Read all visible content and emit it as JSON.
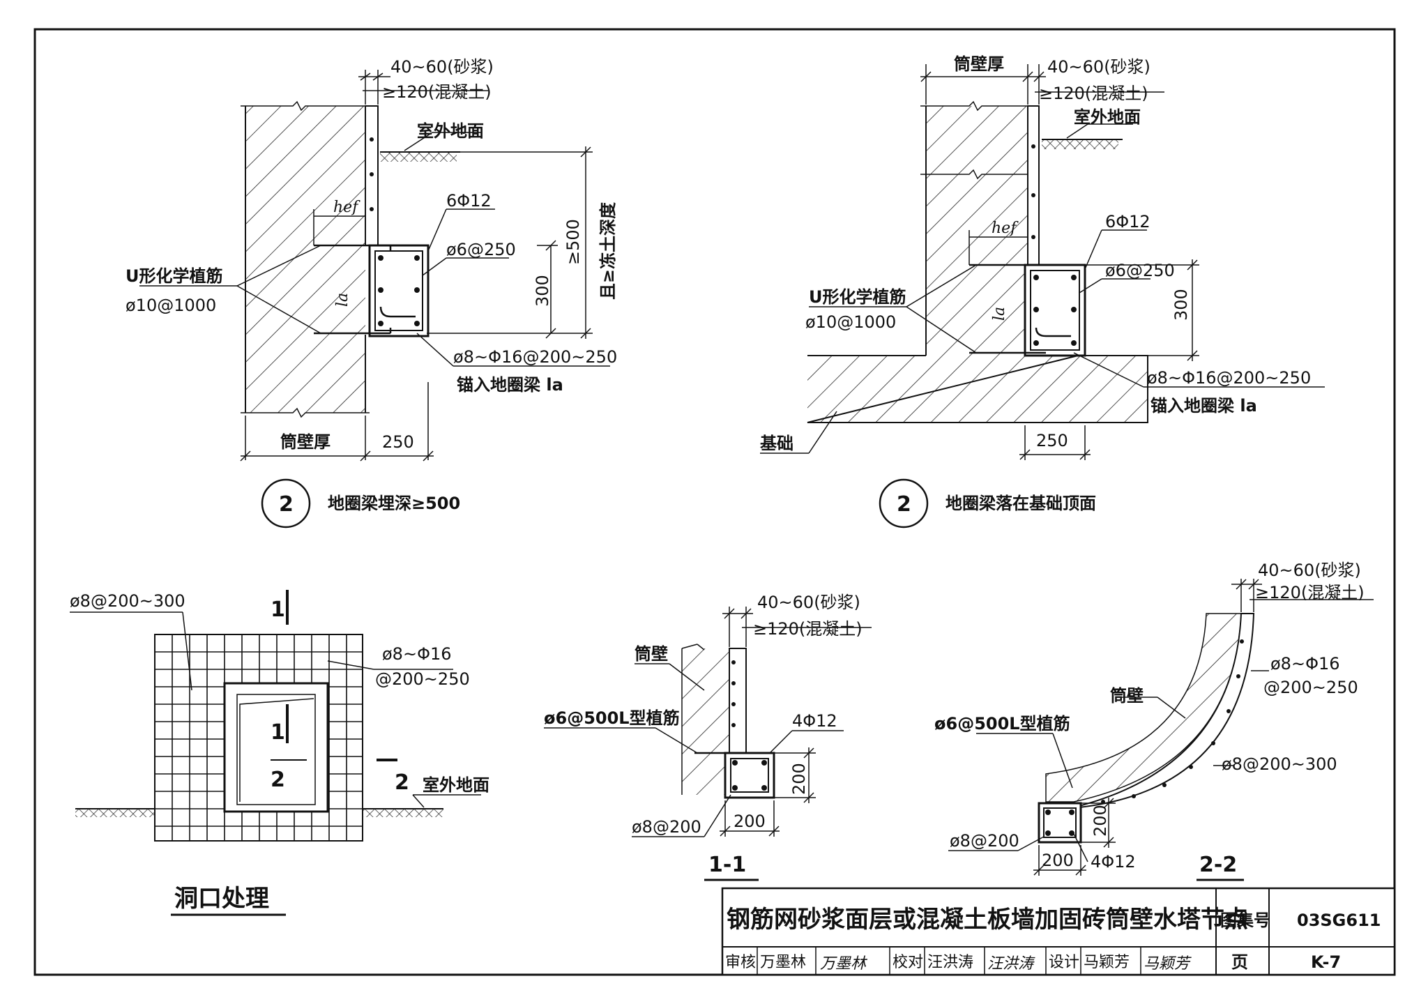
{
  "sheet": {
    "title": "钢筋网砂浆面层或混凝土板墙加固砖筒壁水塔节点",
    "atlas_label": "图集号",
    "atlas_no": "03SG611",
    "page_label": "页",
    "page_no": "K-7",
    "review_label": "审核",
    "reviewer": "万墨林",
    "reviewer_sign": "万墨林",
    "check_label": "校对",
    "checker": "汪洪涛",
    "checker_sign": "汪洪涛",
    "design_label": "设计",
    "designer": "马颖芳",
    "designer_sign": "马颖芳"
  },
  "detail_a": {
    "mark": "2",
    "caption": "地圈梁埋深≥500",
    "mortar": "40~60(砂浆)",
    "concrete": "≥120(混凝土)",
    "ground": "室外地面",
    "hef": "hef",
    "rebar_long": "6Φ12",
    "stirrup": "ø6@250",
    "anchor_title": "U形化学植筋",
    "anchor_spec": "ø10@1000",
    "la": "la",
    "mesh": "ø8~Φ16@200~250",
    "anchor_note": "锚入地圈梁 la",
    "dim_300": "300",
    "dim_500": "≥500",
    "frost": "且≥冻土深度",
    "wall_thk": "筒壁厚",
    "dim_250": "250"
  },
  "detail_b": {
    "mark": "2",
    "caption": "地圈梁落在基础顶面",
    "wall_thk": "筒壁厚",
    "mortar": "40~60(砂浆)",
    "concrete": "≥120(混凝土)",
    "ground": "室外地面",
    "hef": "hef",
    "rebar_long": "6Φ12",
    "stirrup": "ø6@250",
    "anchor_title": "U形化学植筋",
    "anchor_spec": "ø10@1000",
    "la": "la",
    "dim_300": "300",
    "mesh": "ø8~Φ16@200~250",
    "anchor_note": "锚入地圈梁 la",
    "foundation": "基础",
    "dim_250": "250"
  },
  "opening": {
    "caption": "洞口处理",
    "rebar_a": "ø8@200~300",
    "rebar_b1": "ø8~Φ16",
    "rebar_b2": "@200~250",
    "cut1": "1",
    "cut2": "2",
    "ground": "室外地面"
  },
  "section_11": {
    "caption": "1-1",
    "mortar": "40~60(砂浆)",
    "concrete": "≥120(混凝土)",
    "wall": "筒壁",
    "anchor": "ø6@500L型植筋",
    "rebar": "4Φ12",
    "stirrup": "ø8@200",
    "dim_v": "200",
    "dim_h": "200"
  },
  "section_22": {
    "caption": "2-2",
    "mortar": "40~60(砂浆)",
    "concrete": "≥120(混凝土)",
    "mesh1": "ø8~Φ16",
    "mesh2": "@200~250",
    "wall": "筒壁",
    "anchor": "ø6@500L型植筋",
    "mesh_b": "ø8@200~300",
    "stirrup": "ø8@200",
    "dim_v": "200",
    "dim_h": "200",
    "rebar": "4Φ12"
  }
}
